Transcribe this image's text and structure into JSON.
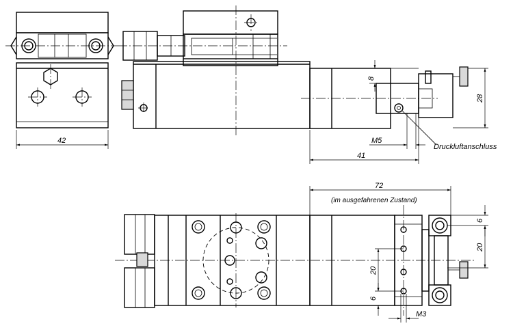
{
  "labels": {
    "dim_42": "42",
    "dim_8": "8",
    "dim_28": "28",
    "dim_m5": "M5",
    "dim_41": "41",
    "druckluft": "Druckluftanschluss",
    "dim_72": "72",
    "im_ausgefahrenen": "(im ausgefahrenen Zustand)",
    "dim_6_top": "6",
    "dim_20_right": "20",
    "dim_20_left": "20",
    "dim_6_left": "6",
    "dim_m3": "M3"
  },
  "colors": {
    "line": "#000000",
    "background": "#ffffff",
    "shade": "#d9d9d9"
  }
}
